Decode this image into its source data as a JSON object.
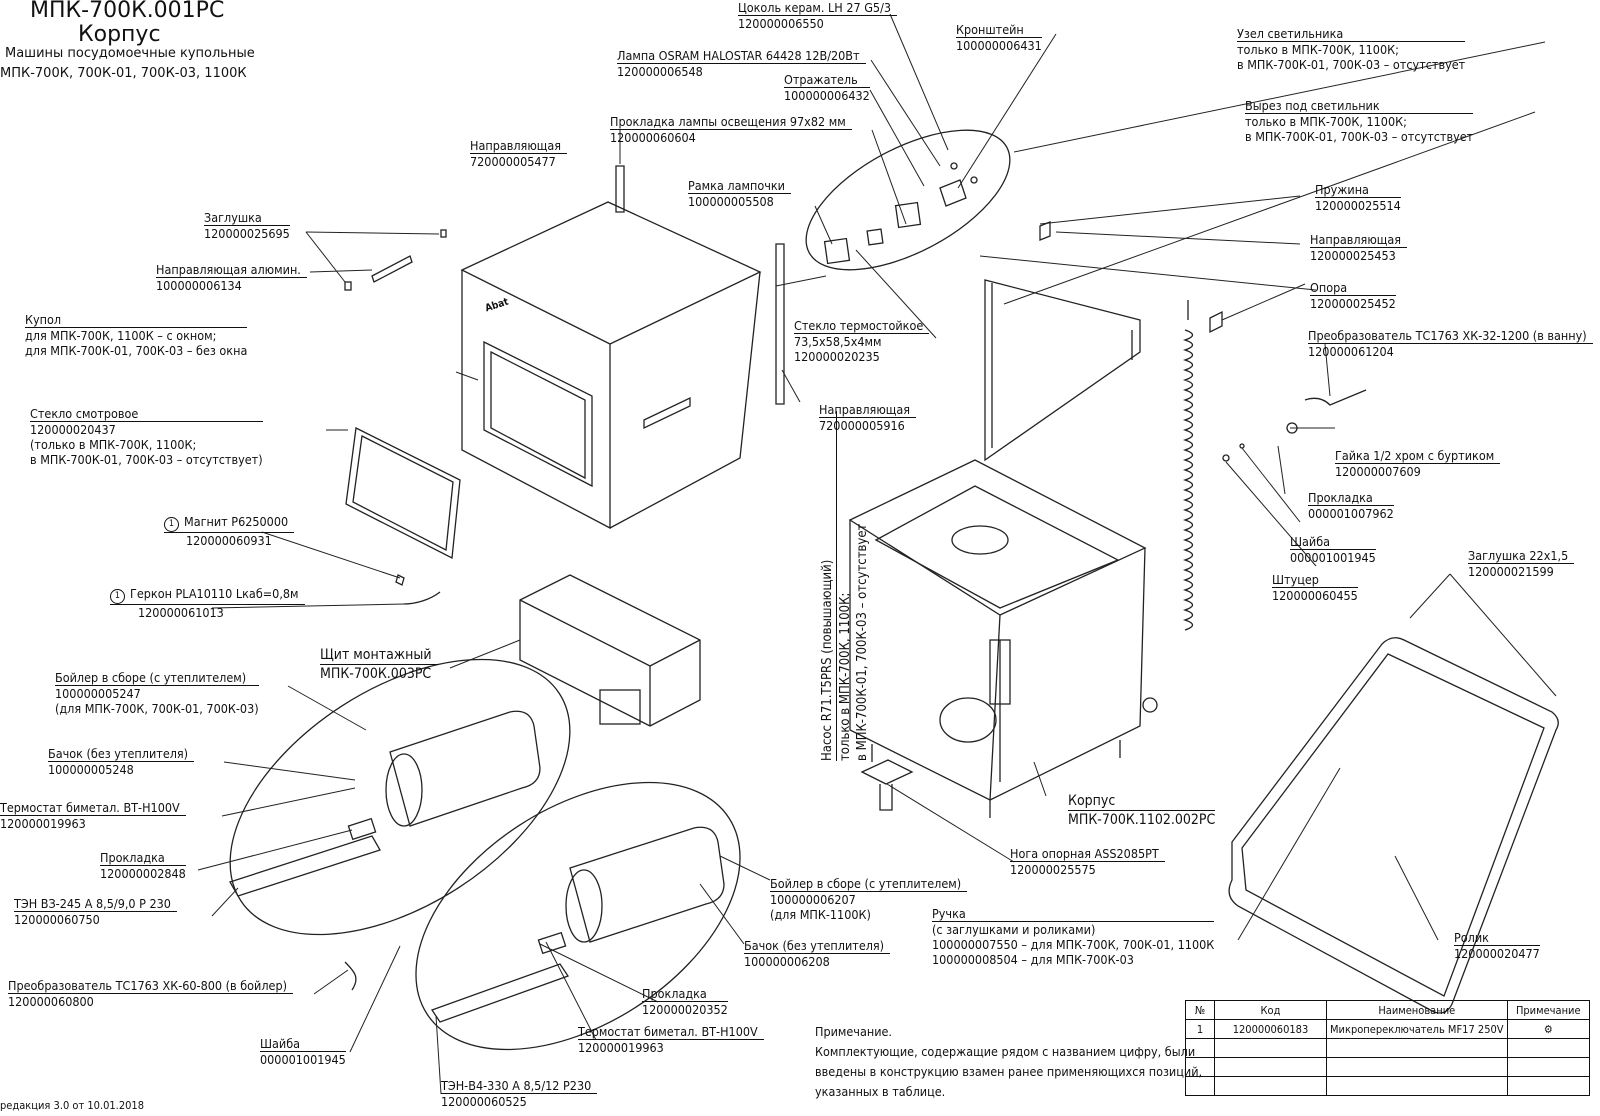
{
  "header": {
    "code": "МПК-700К.001РС",
    "name": "Корпус",
    "desc1": "Машины посудомоечные купольные",
    "desc2": "МПК-700К, 700К-01, 700К-03, 1100К"
  },
  "labels": {
    "tsokol": {
      "t": "Цоколь керам. LH 27 G5/3",
      "c": "120000006550"
    },
    "kronshtein": {
      "t": "Кронштейн",
      "c": "100000006431"
    },
    "lampa": {
      "t": "Лампа OSRAM HALOSTAR 64428  12В/20Вт",
      "c": "120000006548"
    },
    "otrazhatel": {
      "t": "Отражатель",
      "c": "100000006432"
    },
    "uzel": {
      "t": "Узел светильника",
      "l2": "только в МПК-700К, 1100К;",
      "l3": "в МПК-700К-01, 700К-03 – отсутствует"
    },
    "vyrez": {
      "t": "Вырез под светильник",
      "l2": "только в МПК-700К, 1100К;",
      "l3": "в МПК-700К-01, 700К-03 – отсутствует"
    },
    "prokl_lampy": {
      "t": "Прокладка лампы освещения 97х82 мм",
      "c": "120000060604"
    },
    "napr_top": {
      "t": "Направляющая",
      "c": "720000005477"
    },
    "ramka": {
      "t": "Рамка лампочки",
      "c": "100000005508"
    },
    "zaglushka": {
      "t": "Заглушка",
      "c": "120000025695"
    },
    "napr_alum": {
      "t": "Направляющая алюмин.",
      "c": "100000006134"
    },
    "kupol": {
      "t": "Купол",
      "l2": "для МПК-700К, 1100К – с окном;",
      "l3": "для МПК-700К-01, 700К-03 – без окна"
    },
    "steklo_term": {
      "t": "Стекло термостойкое",
      "l2": "73,5х58,5х4мм",
      "c": "120000020235"
    },
    "napr_mid": {
      "t": "Направляющая",
      "c": "720000005916"
    },
    "steklo_sm": {
      "t": "Стекло смотровое",
      "c": "120000020437",
      "l3": "(только в МПК-700К, 1100К;",
      "l4": "в МПК-700К-01, 700К-03 – отсутствует)"
    },
    "magnit": {
      "n": "1",
      "t": "Магнит P6250000",
      "c": "120000060931"
    },
    "gerkon": {
      "n": "1",
      "t": "Геркон PLA10110 Lкаб=0,8м",
      "c": "120000061013"
    },
    "shchit": {
      "t": "Щит монтажный",
      "c": "МПК-700К.003РС"
    },
    "boiler1": {
      "t": "Бойлер в сборе (с утеплителем)",
      "c": "100000005247",
      "l3": "(для МПК-700К, 700К-01, 700К-03)"
    },
    "bachok1": {
      "t": "Бачок (без утеплителя)",
      "c": "100000005248"
    },
    "termostat1": {
      "t": "Термостат биметал. ВТ-Н100V",
      "c": "120000019963"
    },
    "prokl1": {
      "t": "Прокладка",
      "c": "120000002848"
    },
    "ten1": {
      "t": "ТЭН ВЗ-245 А 8,5/9,0 Р 230",
      "c": "120000060750"
    },
    "preobr_boiler": {
      "t": "Преобразователь ТС1763 ХК-60-800 (в бойлер)",
      "c": "120000060800"
    },
    "shaiba_bot": {
      "t": "Шайба",
      "c": "000001001945"
    },
    "ten2": {
      "t": "ТЭН-В4-330 А 8,5/12 Р230",
      "c": "120000060525"
    },
    "termostat2": {
      "t": "Термостат биметал. ВТ-Н100V",
      "c": "120000019963"
    },
    "prokl2": {
      "t": "Прокладка",
      "c": "120000020352"
    },
    "bachok2": {
      "t": "Бачок (без утеплителя)",
      "c": "100000006208"
    },
    "boiler2": {
      "t": "Бойлер в сборе (с утеплителем)",
      "c": "100000006207",
      "l3": "(для МПК-1100К)"
    },
    "noga": {
      "t": "Нога опорная ASS2085PT",
      "c": "120000025575"
    },
    "korpus": {
      "t": "Корпус",
      "c": "МПК-700К.1102.002РС"
    },
    "ruchka": {
      "t": "Ручка",
      "l2": "(с заглушками и роликами)",
      "l3": "100000007550 – для МПК-700К, 700К-01, 1100К",
      "l4": "100000008504 – для МПК-700К-03"
    },
    "rolik": {
      "t": "Ролик",
      "c": "120000020477"
    },
    "zagl22": {
      "t": "Заглушка 22х1,5",
      "c": "120000021599"
    },
    "shtutser": {
      "t": "Штуцер",
      "c": "120000060455"
    },
    "shaiba_r": {
      "t": "Шайба",
      "c": "000001001945"
    },
    "prokl_r": {
      "t": "Прокладка",
      "c": "000001007962"
    },
    "gaika": {
      "t": "Гайка 1/2 хром с буртиком",
      "c": "120000007609"
    },
    "preobr_vanna": {
      "t": "Преобразователь ТС1763 ХК-32-1200 (в ванну)",
      "c": "120000061204"
    },
    "opora": {
      "t": "Опора",
      "c": "120000025452"
    },
    "napr_right": {
      "t": "Направляющая",
      "c": "120000025453"
    },
    "pruzhina": {
      "t": "Пружина",
      "c": "120000025514"
    },
    "nasos": {
      "l1": "Насос R71.T5PRS (повышающий)",
      "l2": "только в МПК-700К, 1100К;",
      "l3": "в МПК-700К-01, 700К-03 – отсутствует"
    }
  },
  "note": {
    "title": "Примечание.",
    "l1": "Комплектующие, содержащие рядом с названием цифру, были",
    "l2": "введены в конструкцию взамен ранее применяющихся позиций,",
    "l3": "указанных в таблице."
  },
  "table": {
    "headers": [
      "№",
      "Код",
      "Наименование",
      "Примечание"
    ],
    "rows": [
      [
        "1",
        "120000060183",
        "Микропереключатель MF17 250V",
        ""
      ],
      [
        "",
        "",
        "",
        ""
      ],
      [
        "",
        "",
        "",
        ""
      ],
      [
        "",
        "",
        "",
        ""
      ]
    ]
  },
  "revision": "редакция 3.0 от 10.01.2018",
  "logo": "Abat"
}
